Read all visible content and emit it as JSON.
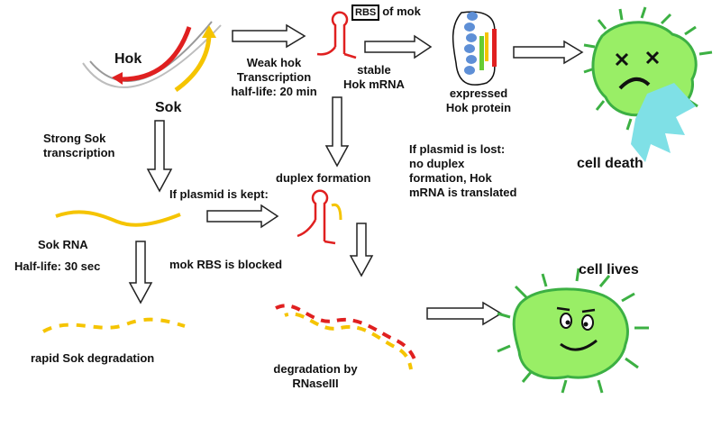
{
  "colors": {
    "red": "#e02020",
    "yellow": "#f5c400",
    "cell_green": "#99ee66",
    "cell_outline": "#3cb043",
    "splash": "#7fe0e6",
    "protein_blue": "#5e8fd6",
    "protein_green": "#66cc33"
  },
  "labels": {
    "hok": "Hok",
    "sok": "Sok",
    "weak_hok_line1": "Weak hok",
    "weak_hok_line2": "Transcription",
    "weak_hok_line3": "half-life: 20 min",
    "rbs": "RBS",
    "of_mok": "of mok",
    "stable_line1": "stable",
    "stable_line2": "Hok mRNA",
    "expressed_line1": "expressed",
    "expressed_line2": "Hok protein",
    "strong_sok_line1": "Strong Sok",
    "strong_sok_line2": "transcription",
    "duplex_formation": "duplex formation",
    "plasmid_lost_line1": "If plasmid is lost:",
    "plasmid_lost_line2": "no duplex",
    "plasmid_lost_line3": "formation, Hok",
    "plasmid_lost_line4": "mRNA is translated",
    "cell_death": "cell death",
    "plasmid_kept": "If plasmid is kept:",
    "sok_rna": "Sok RNA",
    "sok_half_life": "Half-life: 30 sec",
    "mok": "mok",
    "rbs_blocked_rbs": "RBS",
    "is_blocked": "is blocked",
    "cell_lives": "cell lives",
    "rapid_sok": "rapid Sok degradation",
    "degradation_line1": "degradation by",
    "degradation_line2": "RNaseIII"
  }
}
